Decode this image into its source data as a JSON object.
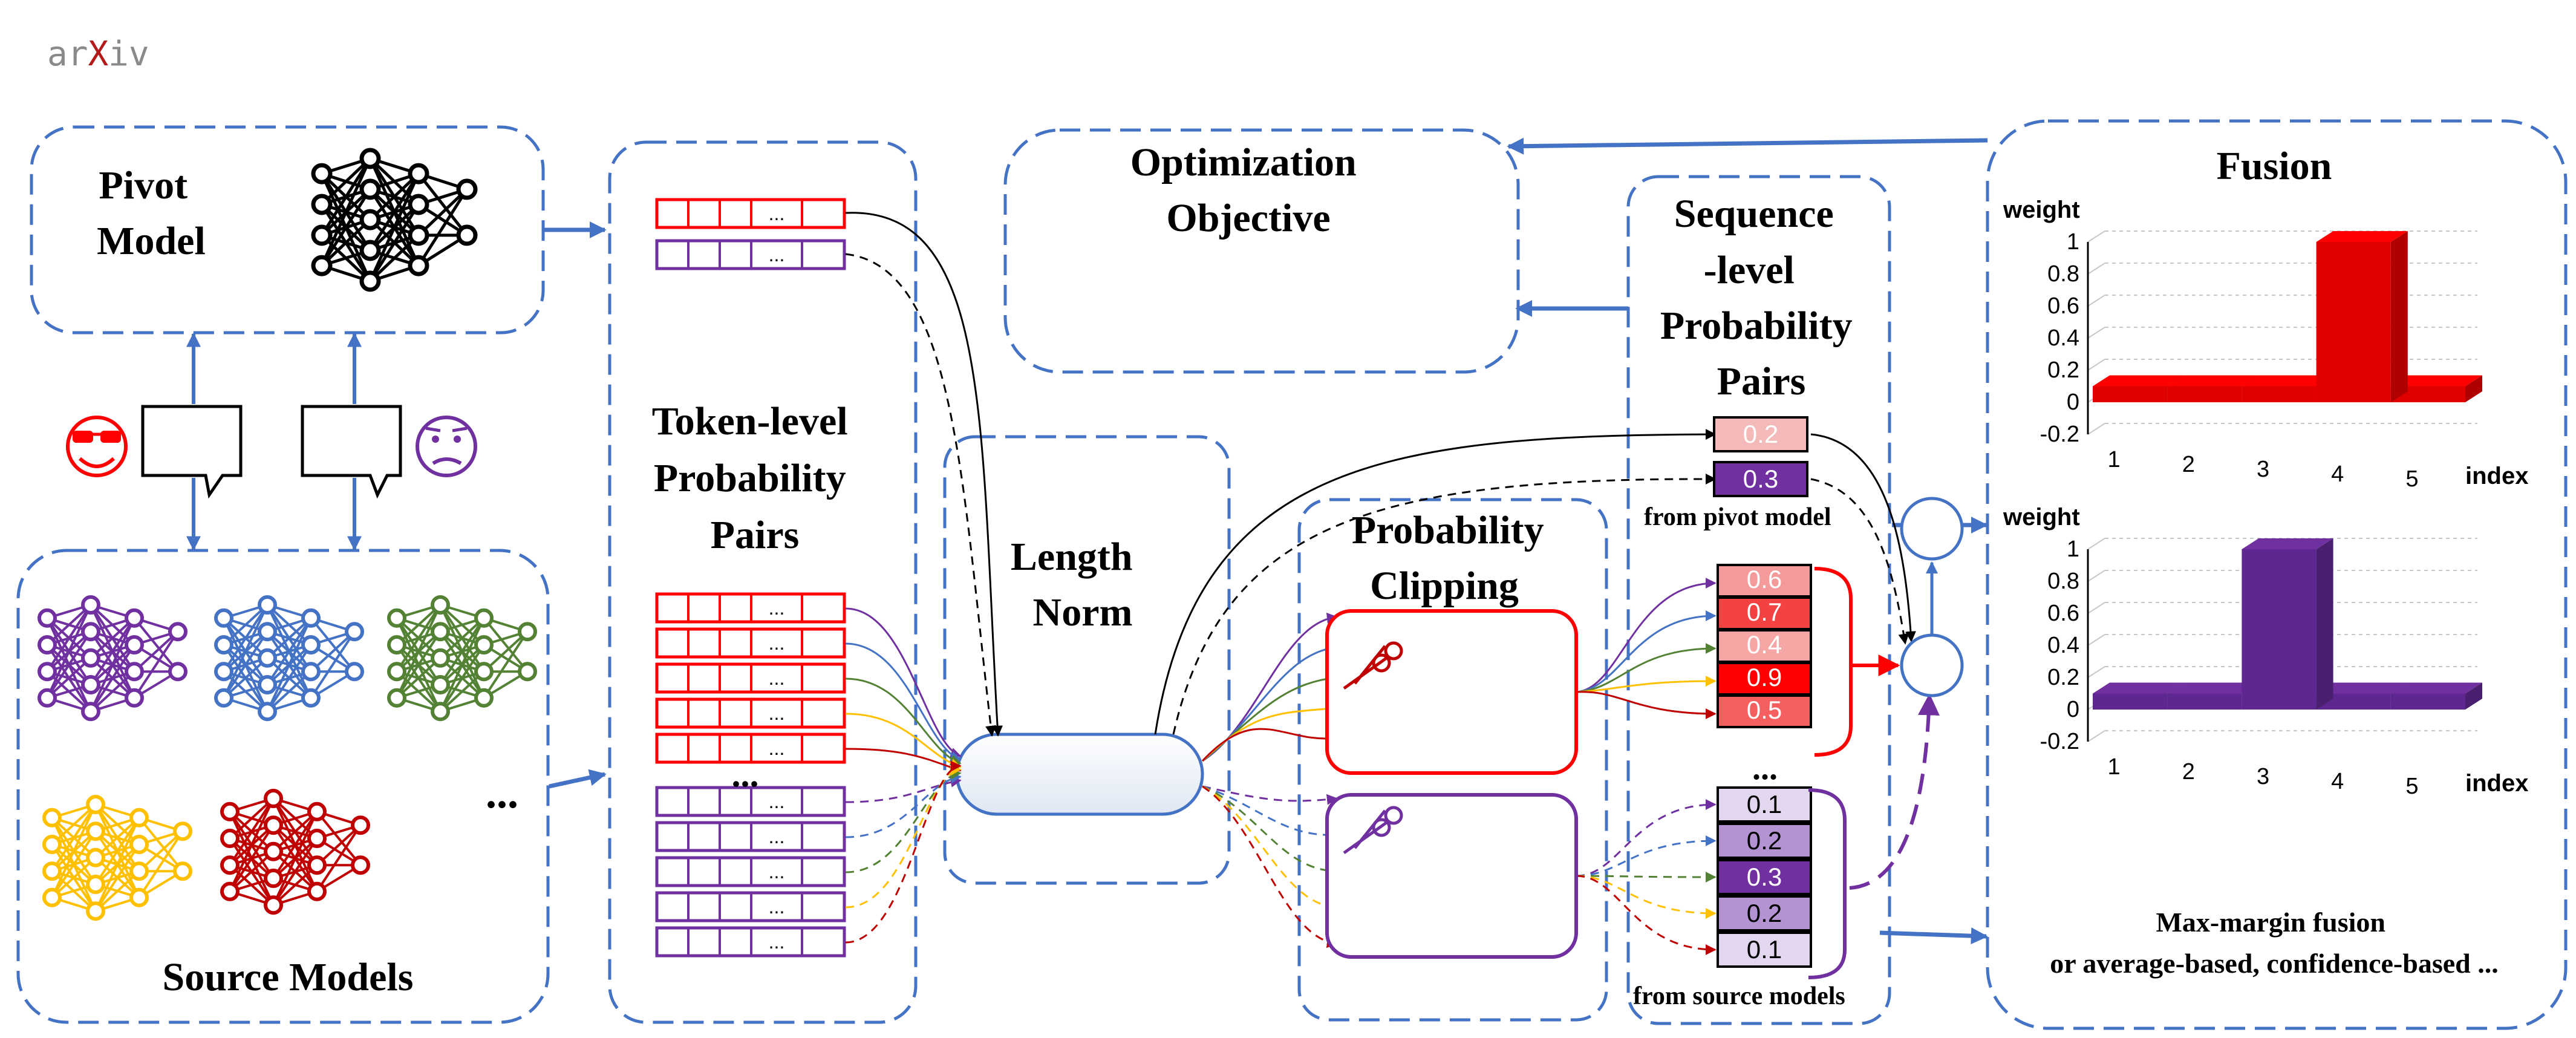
{
  "logo": {
    "prefix": "ar",
    "crossed": "X",
    "suffix": "iv"
  },
  "panels": {
    "pivot_model": [
      "Pivot",
      "Model"
    ],
    "source_models": "Source Models",
    "token_pairs": [
      "Token-level",
      "Probability",
      "Pairs"
    ],
    "length_norm": [
      "Length",
      "Norm"
    ],
    "optimization": [
      "Optimization",
      "Objective"
    ],
    "clipping": [
      "Probability",
      "Clipping"
    ],
    "sequence_pairs": [
      "Sequence",
      "-level",
      "Probability",
      "Pairs"
    ],
    "fusion": "Fusion"
  },
  "ellipsis": "...",
  "pivot_values": [
    "0.2",
    "0.3"
  ],
  "pivot_caption": "from pivot model",
  "red_values": [
    "0.6",
    "0.7",
    "0.4",
    "0.9",
    "0.5"
  ],
  "purple_values": [
    "0.1",
    "0.2",
    "0.3",
    "0.2",
    "0.1"
  ],
  "source_caption": "from source models",
  "fusion_caption": [
    "Max-margin fusion",
    "or average-based, confidence-based ..."
  ],
  "chart_data": [
    {
      "type": "bar",
      "ylabel": "weight",
      "xlabel": "index",
      "categories": [
        "1",
        "2",
        "3",
        "4",
        "5"
      ],
      "values": [
        0.1,
        0.1,
        0.1,
        1.0,
        0.1
      ],
      "yticks": [
        "1",
        "0.8",
        "0.6",
        "0.4",
        "0.2",
        "0",
        "-0.2"
      ],
      "ylim": [
        -0.2,
        1
      ],
      "color": "#ff0000"
    },
    {
      "type": "bar",
      "ylabel": "weight",
      "xlabel": "index",
      "categories": [
        "1",
        "2",
        "3",
        "4",
        "5"
      ],
      "values": [
        0.1,
        0.1,
        1.0,
        0.1,
        0.1
      ],
      "yticks": [
        "1",
        "0.8",
        "0.6",
        "0.4",
        "0.2",
        "0",
        "-0.2"
      ],
      "ylim": [
        -0.2,
        1
      ],
      "color": "#7030a0"
    }
  ],
  "colors": {
    "panel_border": "#4472c4",
    "red": "#ff0000",
    "purple": "#7030a0",
    "blue_net": "#4472c4",
    "green_net": "#548235",
    "yellow_net": "#ffc000",
    "darkred_net": "#c00000",
    "purple_net": "#7030a0"
  },
  "icons": [
    "cool-face-icon",
    "confused-face-icon",
    "speech-bubble-icon",
    "scissors-icon",
    "neural-network-icon"
  ]
}
